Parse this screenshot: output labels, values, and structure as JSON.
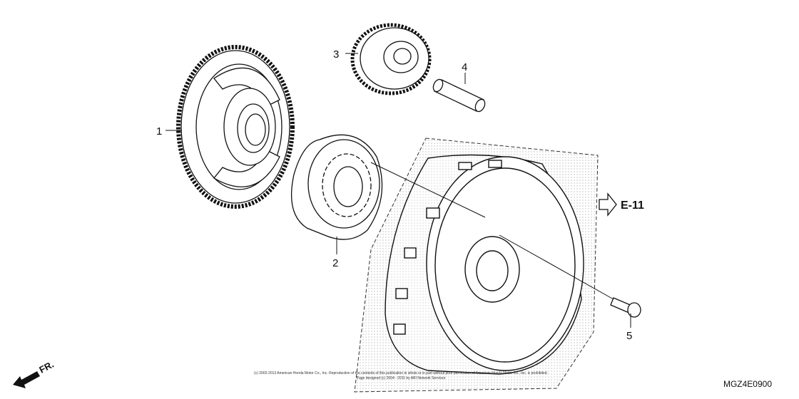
{
  "diagram": {
    "callouts": {
      "part1": "1",
      "part2": "2",
      "part3": "3",
      "part4": "4",
      "part5": "5"
    },
    "section_ref": "E-11",
    "front_indicator": "FR.",
    "drawing_code": "MGZ4E0900",
    "copyright_line1": "(c) 2002-2013 American Honda Motor Co., Inc. Reproduction of the contents of this publication in whole or in part without prior permission of American Honda Motor Co., Inc. is prohibited.",
    "copyright_line2": "Page designed (c) 2004 - 2011 by ARI Network Services"
  }
}
